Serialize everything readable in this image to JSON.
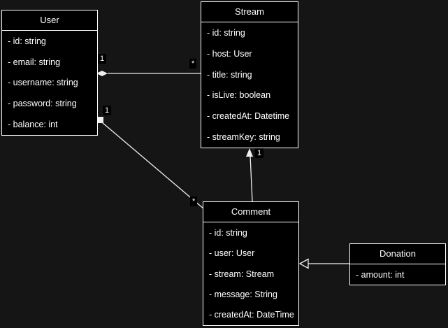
{
  "diagram": {
    "type": "uml-class-diagram",
    "background_color": "#151515",
    "node_fill_color": "#000000",
    "node_border_color": "#ffffff",
    "text_color": "#ffffff",
    "edge_color": "#efefef"
  },
  "classes": {
    "user": {
      "title": "User",
      "fields": [
        "- id: string",
        "- email: string",
        "- username: string",
        "- password: string",
        "- balance: int"
      ]
    },
    "stream": {
      "title": "Stream",
      "fields": [
        "- id: string",
        "- host: User",
        "- title: string",
        "- isLive: boolean",
        "- createdAt: Datetime",
        "- streamKey: string"
      ]
    },
    "comment": {
      "title": "Comment",
      "fields": [
        "- id: string",
        "- user: User",
        "- stream: Stream",
        "- message: String",
        "- createdAt: DateTime"
      ]
    },
    "donation": {
      "title": "Donation",
      "fields": [
        "- amount: int"
      ]
    }
  },
  "edges": {
    "stream_user": {
      "source": "Stream",
      "target": "User",
      "label_near_user": "1",
      "label_near_stream": "*",
      "terminator_at_user": "small-filled-diamond-arrow"
    },
    "comment_user": {
      "source": "Comment",
      "target": "User",
      "label_near_user": "1",
      "label_near_comment": "*",
      "terminator_at_user": "small-filled-square"
    },
    "comment_stream": {
      "source": "Comment",
      "target": "Stream",
      "label_near_stream": "1",
      "terminator_at_stream": "filled-arrowhead-up"
    },
    "donation_comment": {
      "source": "Donation",
      "target": "Comment",
      "terminator_at_comment": "open-triangle-left"
    }
  }
}
